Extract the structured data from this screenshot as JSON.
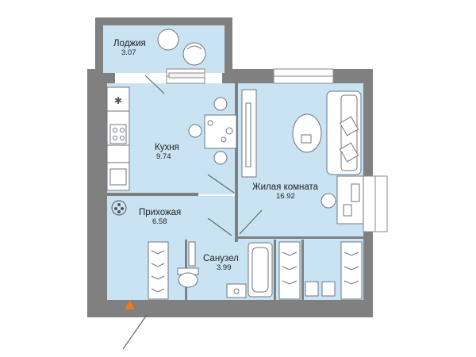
{
  "colors": {
    "room_fill": "#c9e3f2",
    "wall": "#808080",
    "furniture": "#ffffff",
    "furniture_stroke": "#6d7680",
    "entrance_marker": "#f07a1a"
  },
  "rooms": {
    "loggia": {
      "name": "Лоджия",
      "area": "3.07"
    },
    "kitchen": {
      "name": "Кухня",
      "area": "9.74"
    },
    "living": {
      "name": "Жилая комната",
      "area": "16.92"
    },
    "hallway": {
      "name": "Прихожая",
      "area": "6.58"
    },
    "bathroom": {
      "name": "Санузел",
      "area": "3.99"
    }
  },
  "icons": [
    "entrance-marker-icon",
    "ventilation-icon",
    "electrical-panel-icon"
  ]
}
